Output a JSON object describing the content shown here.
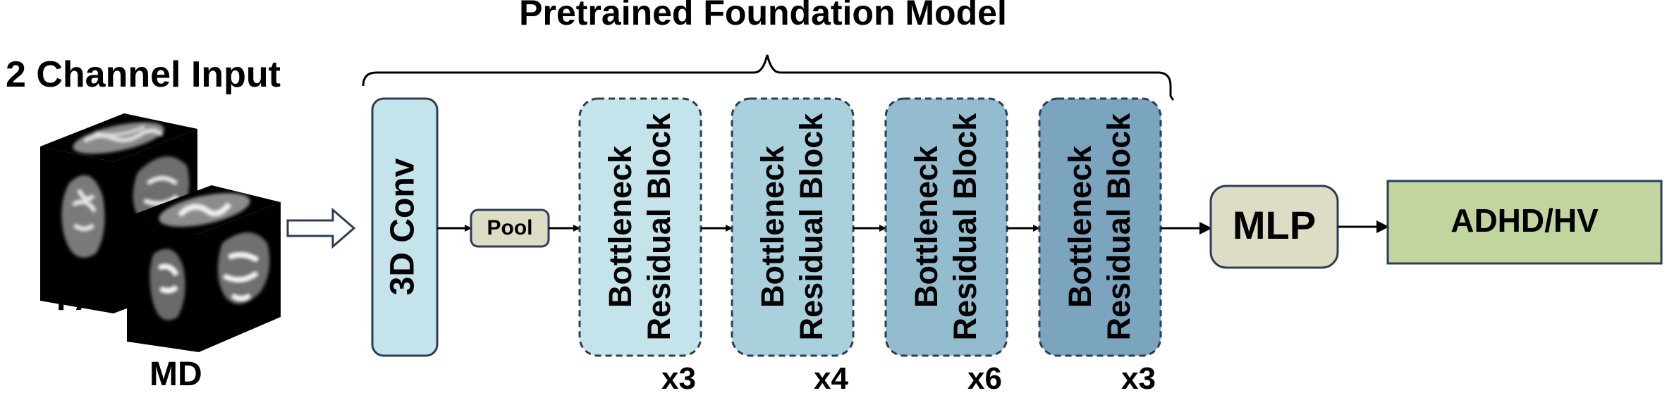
{
  "title": "Pretrained Foundation Model",
  "input": {
    "label": "2 Channel Input",
    "channels": [
      {
        "name": "FA"
      },
      {
        "name": "MD"
      }
    ]
  },
  "blocks": {
    "conv": "3D Conv",
    "pool": "Pool",
    "bottleneck": [
      {
        "line1": "Bottleneck",
        "line2": "Residual Block",
        "repeat": "x3",
        "fill": "#c5e3ea"
      },
      {
        "line1": "Bottleneck",
        "line2": "Residual Block",
        "repeat": "x4",
        "fill": "#a9d0dd"
      },
      {
        "line1": "Bottleneck",
        "line2": "Residual Block",
        "repeat": "x6",
        "fill": "#93bccf"
      },
      {
        "line1": "Bottleneck",
        "line2": "Residual Block",
        "repeat": "x3",
        "fill": "#7ba4bf"
      }
    ],
    "mlp": "MLP",
    "output": "ADHD/HV"
  },
  "colors": {
    "conv_fill": "#c5e3ea",
    "pool_fill": "#dddcc4",
    "mlp_fill": "#dddcc4",
    "output_fill": "#c2d59e",
    "border": "#2b3d57"
  }
}
